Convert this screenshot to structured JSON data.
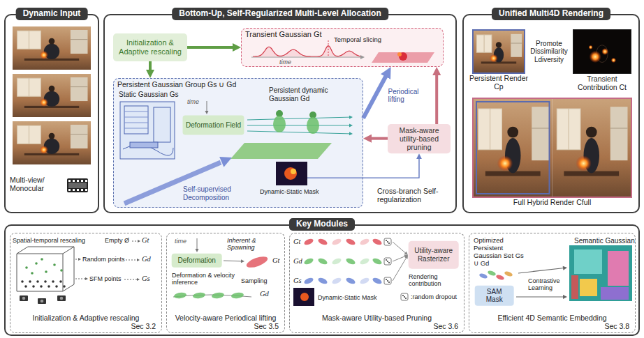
{
  "diagram": {
    "nodes": [
      {
        "text": [
          "Dynamic Input",
          "Multi-view/ Monocular"
        ]
      },
      {
        "text": [
          "Bottom-Up, Self-Regularized Multi-Level Allocation"
        ]
      },
      {
        "text": [
          "Initialization & Adaptive rescaling"
        ],
        "in": 1
      },
      {
        "text": [
          "Transient Gaussian Gt"
        ],
        "in": 1
      },
      {
        "text": [
          "Persistent Gaussian Group Gs ∪ Gd"
        ],
        "in": 1
      },
      {
        "text": [
          "Deformation Field"
        ],
        "in": 4
      },
      {
        "text": [
          "Mask-aware utility-based pruning"
        ],
        "in": 1
      },
      {
        "text": [
          "Unified Multi4D Rendering"
        ]
      },
      {
        "text": [
          "Persistent Render Cp"
        ],
        "in": 7
      },
      {
        "text": [
          "Transient Contribution Ct"
        ],
        "in": 7
      },
      {
        "text": [
          "Full Hybrid Render Cfull"
        ],
        "in": 7
      },
      {
        "text": [
          "Key Modules"
        ]
      },
      {
        "text": [
          "Initialization & Adaptive rescaling",
          "Sec 3.2"
        ],
        "in": 11
      },
      {
        "text": [
          "Velocity-aware Periodical lifting",
          "Sec 3.5"
        ],
        "in": 11
      },
      {
        "text": [
          "Deformation"
        ],
        "in": 13
      },
      {
        "text": [
          "Mask-aware Utility-based Pruning",
          "Sec 3.6"
        ],
        "in": 11
      },
      {
        "text": [
          "Utility-aware Rasterizer"
        ],
        "in": 15
      },
      {
        "text": [
          "Efficient 4D Semantic Embedding",
          "Sec 3.8"
        ],
        "in": 11
      },
      {
        "text": [
          "SAM Mask"
        ],
        "in": 17
      }
    ],
    "edges": [
      {
        "from": 2,
        "to": 3,
        "arrow": "to"
      },
      {
        "from": 2,
        "to": 4,
        "arrow": "to"
      },
      {
        "from": 4,
        "to": 3,
        "label": "Periodical lifting",
        "arrow": "to"
      },
      {
        "from": 6,
        "to": 3,
        "arrow": "to"
      },
      {
        "from": 6,
        "to": 4,
        "arrow": "to"
      },
      {
        "from": 4,
        "to": 6,
        "arrow": "to"
      },
      {
        "from": 8,
        "to": 9,
        "label": "Promote Dissimilarity Ldiversity",
        "arrow": "both"
      }
    ],
    "labels": [
      "Static Gaussian Gs",
      "time",
      "Persistent dynamic Gaussian Gd",
      "Self-supervised Decomposition",
      "Dynamic-Static Mask",
      "Temporal slicing",
      "time",
      "Cross-branch Self-regularization",
      "Spatial-temporal rescaling",
      "Empty Ø",
      "Gt",
      "Random points",
      "Gd",
      "SFM points",
      "Gs",
      "time",
      "Inherent & Spawning",
      "Gt",
      "Deformation & velocity inference",
      "Sampling",
      "Gd",
      "Gt",
      "Gd",
      "Gs",
      "Dynamic-Static Mask",
      "Rendering contribution",
      ":random dropout",
      "Optimized Persistent Gaussian Set Gs ∪ Gd",
      "Contrastive Learning",
      "Semantic Gaussian"
    ]
  }
}
